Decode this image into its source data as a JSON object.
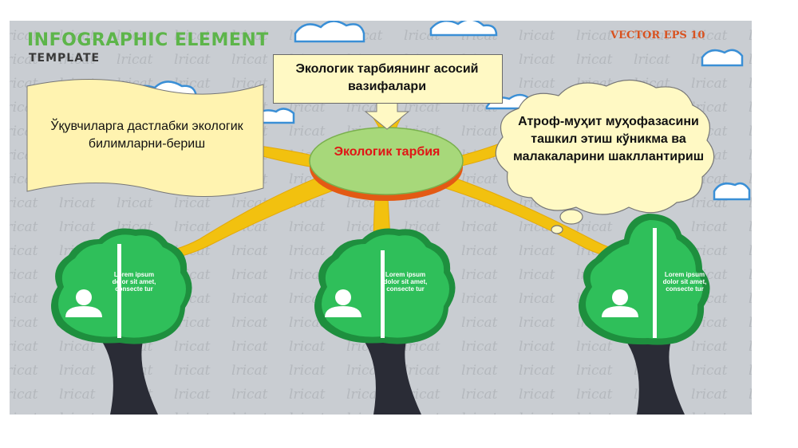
{
  "header": {
    "title": "INFOGRAPHIC ELEMENT",
    "subtitle": "TEMPLATE",
    "badge": "VECTOR EPS 10"
  },
  "main": {
    "title_box": "Экологик тарбиянинг асосий вазифалари",
    "center_label": "Экологик тарбия",
    "left_note": "Ўқувчиларга дастлабки экологик билимларни-бериш",
    "cloud_note": "Атроф-муҳит муҳофазасини ташкил этиш кўникма ва малакаларини шакллантириш"
  },
  "trees": [
    {
      "text": "Lorem ipsum dolor sit amet, consecte tur",
      "icon": "user-icon"
    },
    {
      "text": "Lorem ipsum dolor sit amet, consecte tur",
      "icon": "user-icon"
    },
    {
      "text": "Lorem ipsum dolor sit amet, consecte tur",
      "icon": "user-icon"
    }
  ],
  "colors": {
    "background": "#c9cdd2",
    "accent_green": "#5db54a",
    "tree_green": "#2fbf5a",
    "branch_yellow": "#f2c10f",
    "trunk": "#2a2c36",
    "badge_orange": "#d9521f",
    "center_text_red": "#e01515",
    "note_yellow": "#fff3b0"
  }
}
